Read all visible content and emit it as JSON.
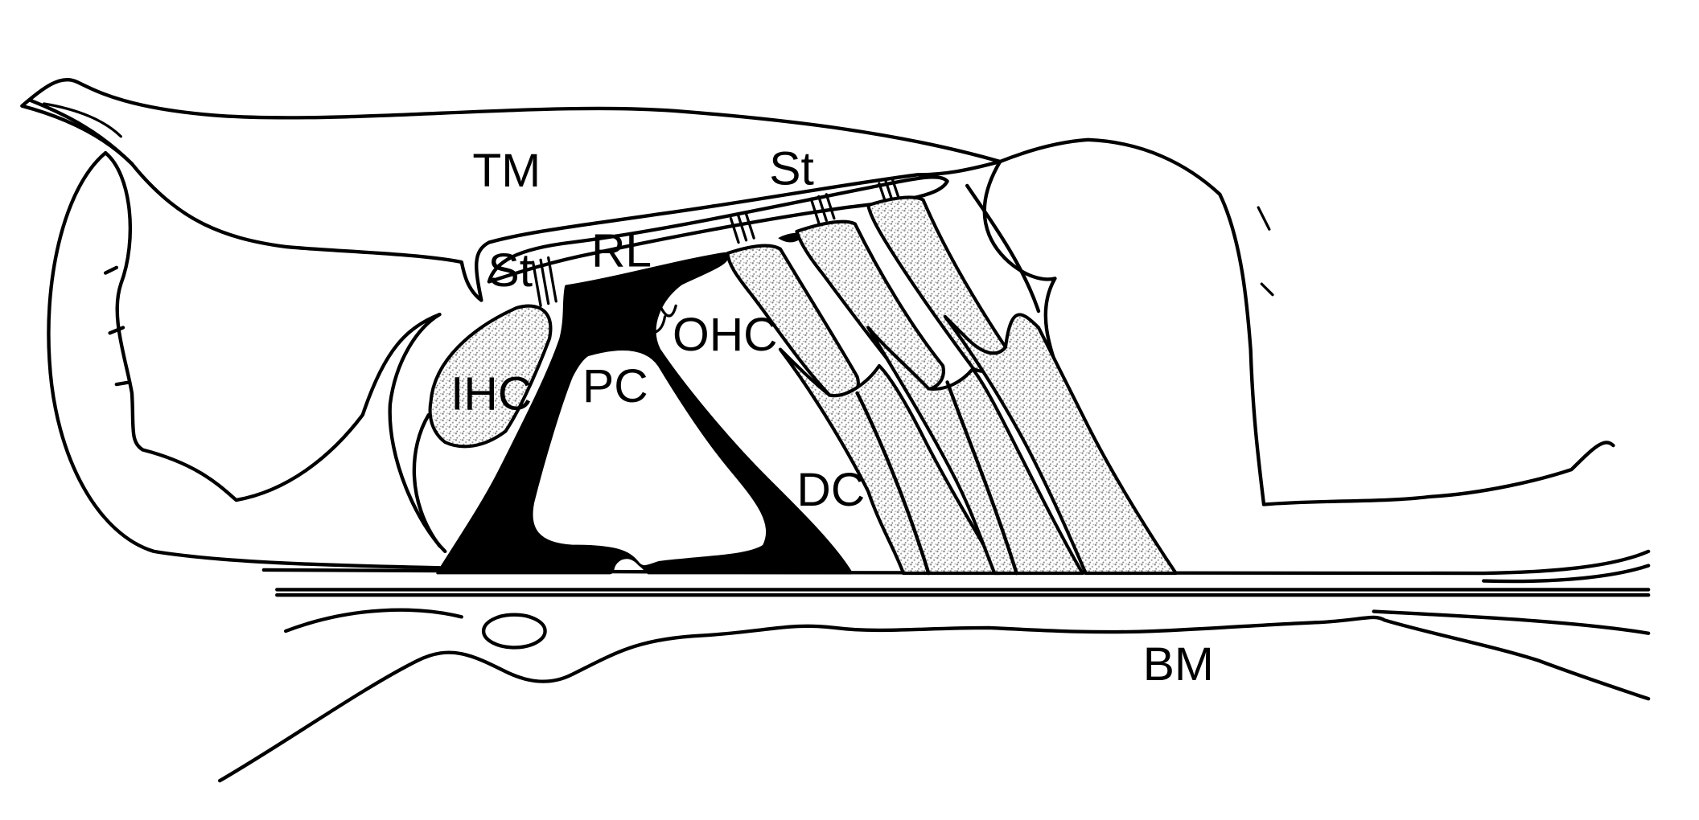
{
  "labels": {
    "tm": "TM",
    "st_top": "St",
    "st_left": "St",
    "rl": "RL",
    "ohc": "OHC",
    "ihc": "IHC",
    "pc": "PC",
    "dc": "DC",
    "bm": "BM"
  },
  "colors": {
    "ink": "#000000",
    "background": "#ffffff",
    "stipple": "#9a9a9a"
  }
}
